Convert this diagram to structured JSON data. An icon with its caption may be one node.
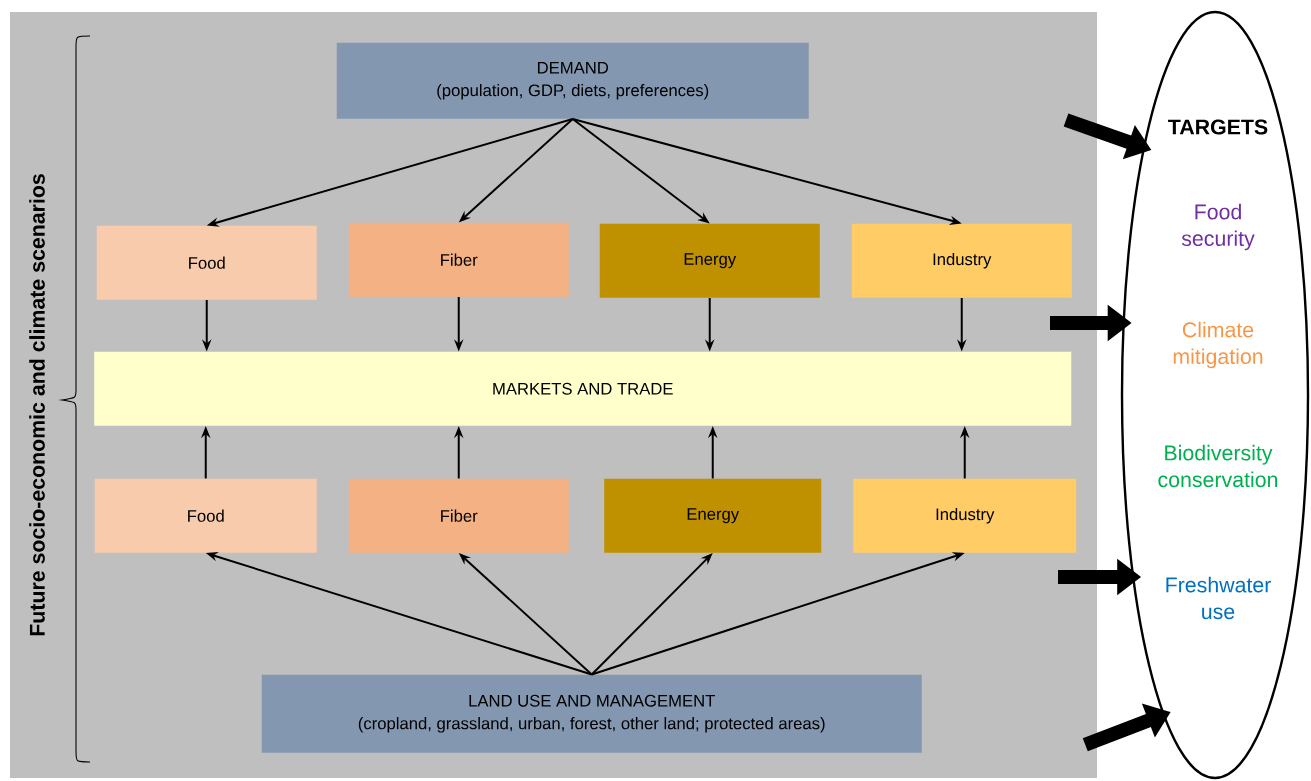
{
  "diagram": {
    "nodes": [
      {
        "text": [
          "Future socio-economic and climate scenarios"
        ]
      },
      {
        "text": [
          "DEMAND",
          "(population, GDP, diets, preferences)"
        ],
        "in": 0
      },
      {
        "text": [
          "Food"
        ],
        "in": 0
      },
      {
        "text": [
          "Fiber"
        ],
        "in": 0
      },
      {
        "text": [
          "Energy"
        ],
        "in": 0
      },
      {
        "text": [
          "Industry"
        ],
        "in": 0
      },
      {
        "text": [
          "MARKETS AND TRADE"
        ],
        "in": 0
      },
      {
        "text": [
          "Food"
        ],
        "in": 0
      },
      {
        "text": [
          "Fiber"
        ],
        "in": 0
      },
      {
        "text": [
          "Energy"
        ],
        "in": 0
      },
      {
        "text": [
          "Industry"
        ],
        "in": 0
      },
      {
        "text": [
          "LAND USE AND MANAGEMENT",
          "(cropland, grassland, urban, forest, other land; protected areas)"
        ],
        "in": 0
      },
      {
        "text": [
          "TARGETS",
          "Food security",
          "Climate mitigation",
          "Biodiversity conservation",
          "Freshwater use"
        ]
      }
    ],
    "edges": [
      {
        "from": 1,
        "to": 2,
        "arrow": "to"
      },
      {
        "from": 1,
        "to": 3,
        "arrow": "to"
      },
      {
        "from": 1,
        "to": 4,
        "arrow": "to"
      },
      {
        "from": 1,
        "to": 5,
        "arrow": "to"
      },
      {
        "from": 2,
        "to": 6,
        "arrow": "to"
      },
      {
        "from": 3,
        "to": 6,
        "arrow": "to"
      },
      {
        "from": 4,
        "to": 6,
        "arrow": "to"
      },
      {
        "from": 5,
        "to": 6,
        "arrow": "to"
      },
      {
        "from": 7,
        "to": 6,
        "arrow": "to"
      },
      {
        "from": 8,
        "to": 6,
        "arrow": "to"
      },
      {
        "from": 9,
        "to": 6,
        "arrow": "to"
      },
      {
        "from": 10,
        "to": 6,
        "arrow": "to"
      },
      {
        "from": 11,
        "to": 7,
        "arrow": "to"
      },
      {
        "from": 11,
        "to": 8,
        "arrow": "to"
      },
      {
        "from": 11,
        "to": 9,
        "arrow": "to"
      },
      {
        "from": 11,
        "to": 10,
        "arrow": "to"
      },
      {
        "from": null,
        "to": 12,
        "arrow": "to",
        "style": "thick"
      },
      {
        "from": null,
        "to": 12,
        "arrow": "to",
        "style": "thick"
      },
      {
        "from": null,
        "to": 12,
        "arrow": "to",
        "style": "thick"
      },
      {
        "from": 0,
        "to": 12,
        "arrow": "to",
        "style": "thick"
      }
    ]
  }
}
